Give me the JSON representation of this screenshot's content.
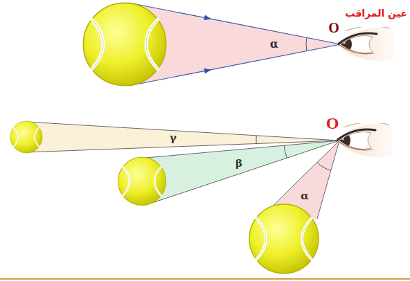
{
  "diagram": {
    "labels": [
      "عين المراقب",
      "O",
      "α",
      "O",
      "γ",
      "β",
      "α"
    ]
  }
}
